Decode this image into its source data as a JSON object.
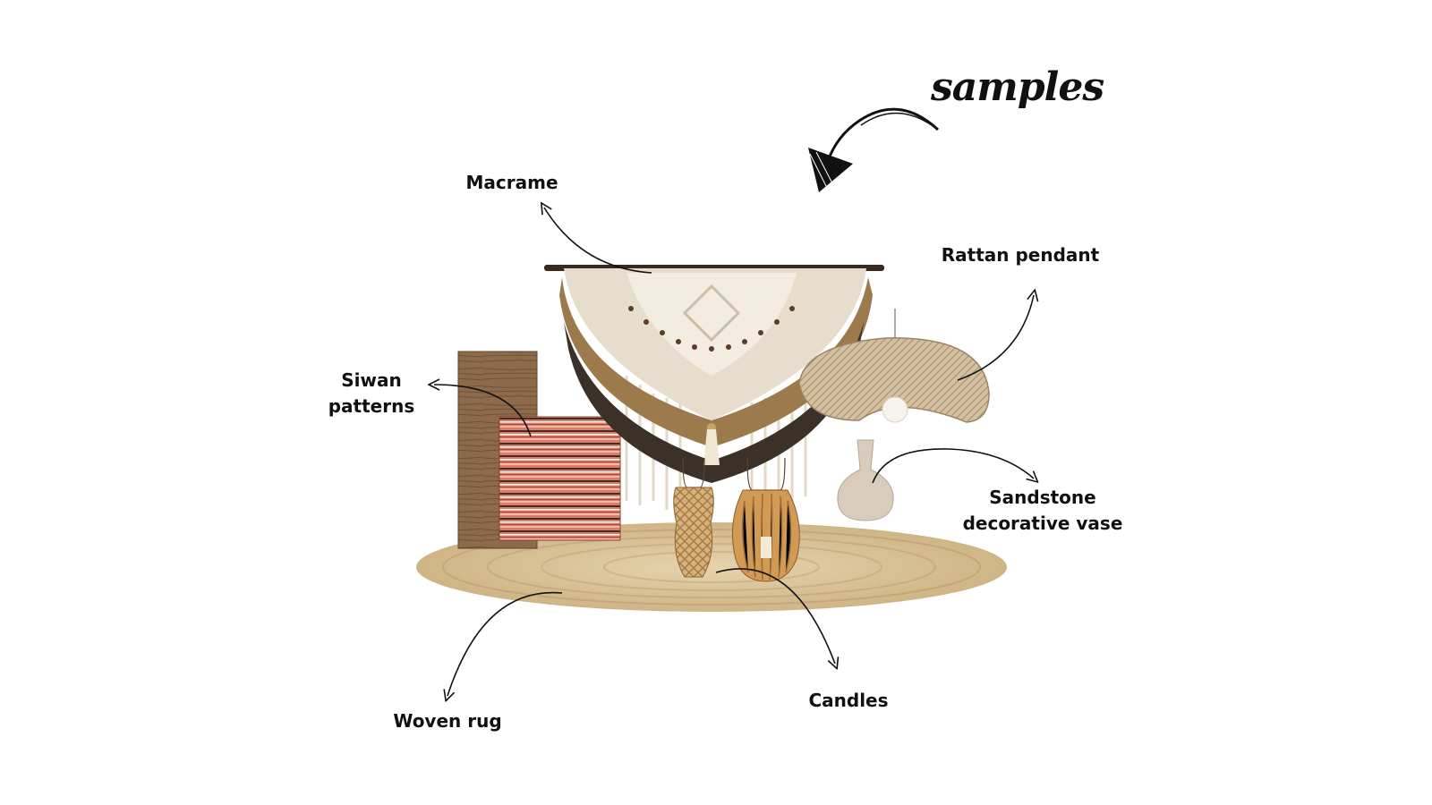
{
  "title": "samples",
  "labels": {
    "macrame": "Macrame",
    "rattan": "Rattan pendant",
    "siwan_line1": "Siwan",
    "siwan_line2": "patterns",
    "vase_line1": "Sandstone",
    "vase_line2": "decorative vase",
    "rug": "Woven rug",
    "candles": "Candles"
  },
  "colors": {
    "background": "#ffffff",
    "ink": "#111111",
    "wood": "#8a6a4a",
    "rug": "#d9c39b",
    "macrame_cream": "#e6ddcc",
    "macrame_tan": "#9c7a4c",
    "macrame_dark": "#3b3128",
    "siwan_red": "#d9735f",
    "rattan": "#c9b596",
    "vase": "#d8cbbb"
  },
  "icons": [
    "hand-drawn-arrow",
    "curved-arrow"
  ]
}
